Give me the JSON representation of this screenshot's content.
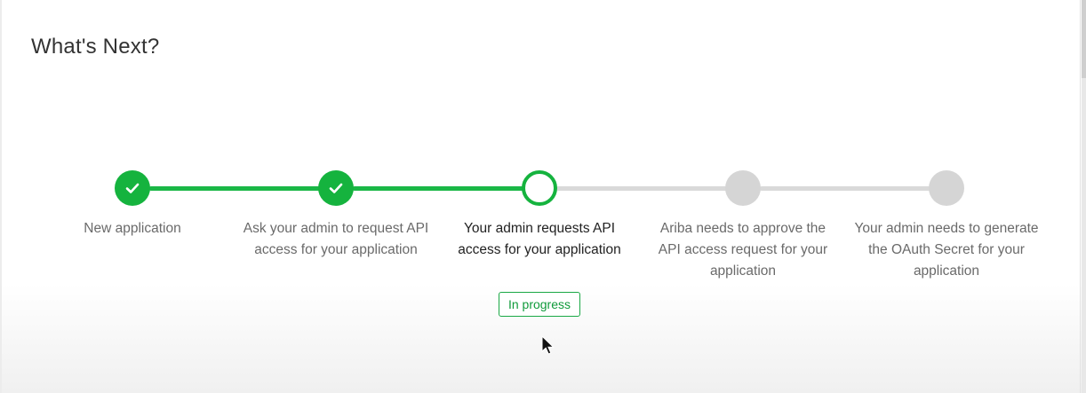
{
  "header": {
    "title": "What's Next?"
  },
  "steps": [
    {
      "label": "New application",
      "status": "done"
    },
    {
      "label": "Ask your admin to request API access for your application",
      "status": "done"
    },
    {
      "label": "Your admin requests API access for your application",
      "status": "current"
    },
    {
      "label": "Ariba needs to approve the API access request for your application",
      "status": "todo"
    },
    {
      "label": "Your admin needs to generate the OAuth Secret for your application",
      "status": "todo"
    }
  ],
  "status_badge": {
    "label": "In progress"
  },
  "colors": {
    "accent_green": "#15b33e",
    "pending_gray": "#d5d5d5"
  },
  "icons": {
    "done_step": "check-icon",
    "pointer": "mouse-pointer-icon"
  }
}
